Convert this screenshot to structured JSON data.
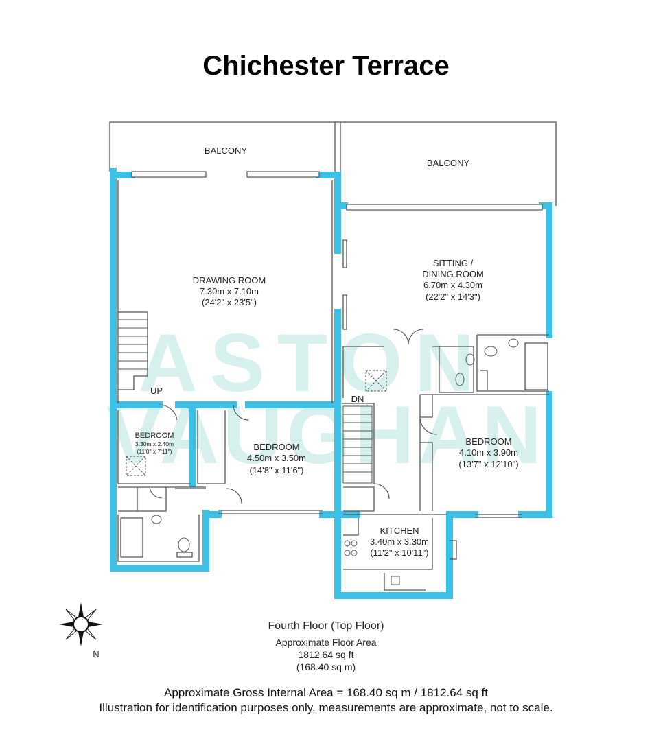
{
  "title": "Chichester Terrace",
  "colors": {
    "wall": "#3cc0e6",
    "watermark": "#d6f0ee",
    "line": "#555555"
  },
  "rooms": {
    "balcony_left": {
      "name": "BALCONY"
    },
    "balcony_right": {
      "name": "BALCONY"
    },
    "drawing_room": {
      "name": "DRAWING ROOM",
      "metric": "7.30m x 7.10m",
      "imperial": "(24'2\" x 23'5\")"
    },
    "sitting_dining": {
      "name_line1": "SITTING /",
      "name_line2": "DINING ROOM",
      "metric": "6.70m x 4.30m",
      "imperial": "(22'2\" x 14'3\")"
    },
    "bedroom_small": {
      "name": "BEDROOM",
      "metric": "3.30m x 2.40m",
      "imperial": "(11'0\" x 7'11\")"
    },
    "bedroom_middle": {
      "name": "BEDROOM",
      "metric": "4.50m x 3.50m",
      "imperial": "(14'8\" x 11'6\")"
    },
    "bedroom_right": {
      "name": "BEDROOM",
      "metric": "4.10m x 3.90m",
      "imperial": "(13'7\" x 12'10\")"
    },
    "kitchen": {
      "name": "KITCHEN",
      "metric": "3.40m x 3.30m",
      "imperial": "(11'2\" x 10'11\")"
    }
  },
  "stairs": {
    "up_label": "UP",
    "down_label": "DN"
  },
  "watermark": {
    "line1": "ASTON",
    "line2": "VAUGHAN"
  },
  "compass": {
    "north_label": "N"
  },
  "floor_info": {
    "floor_name": "Fourth Floor (Top Floor)",
    "area_label": "Approximate Floor Area",
    "area_sqft": "1812.64 sq ft",
    "area_sqm": "(168.40 sq m)"
  },
  "footer": {
    "gross_area": "Approximate Gross Internal Area = 168.40 sq m / 1812.64 sq ft",
    "disclaimer": "Illustration for identification purposes only, measurements are approximate, not to scale."
  }
}
